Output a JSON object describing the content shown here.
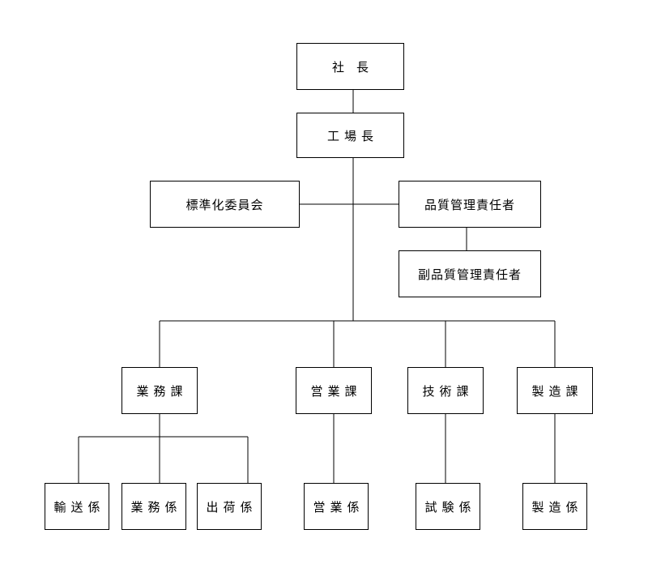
{
  "org_chart": {
    "president": "社　長",
    "factory_manager": "工場長",
    "standardization_committee": "標準化委員会",
    "quality_manager": "品質管理責任者",
    "deputy_quality_manager": "副品質管理責任者",
    "departments": {
      "business": "業務課",
      "sales": "営業課",
      "engineering": "技術課",
      "manufacturing": "製造課"
    },
    "sections": {
      "transport": "輸送係",
      "business": "業務係",
      "shipping": "出荷係",
      "sales": "営業係",
      "testing": "試験係",
      "manufacturing": "製造係"
    }
  }
}
